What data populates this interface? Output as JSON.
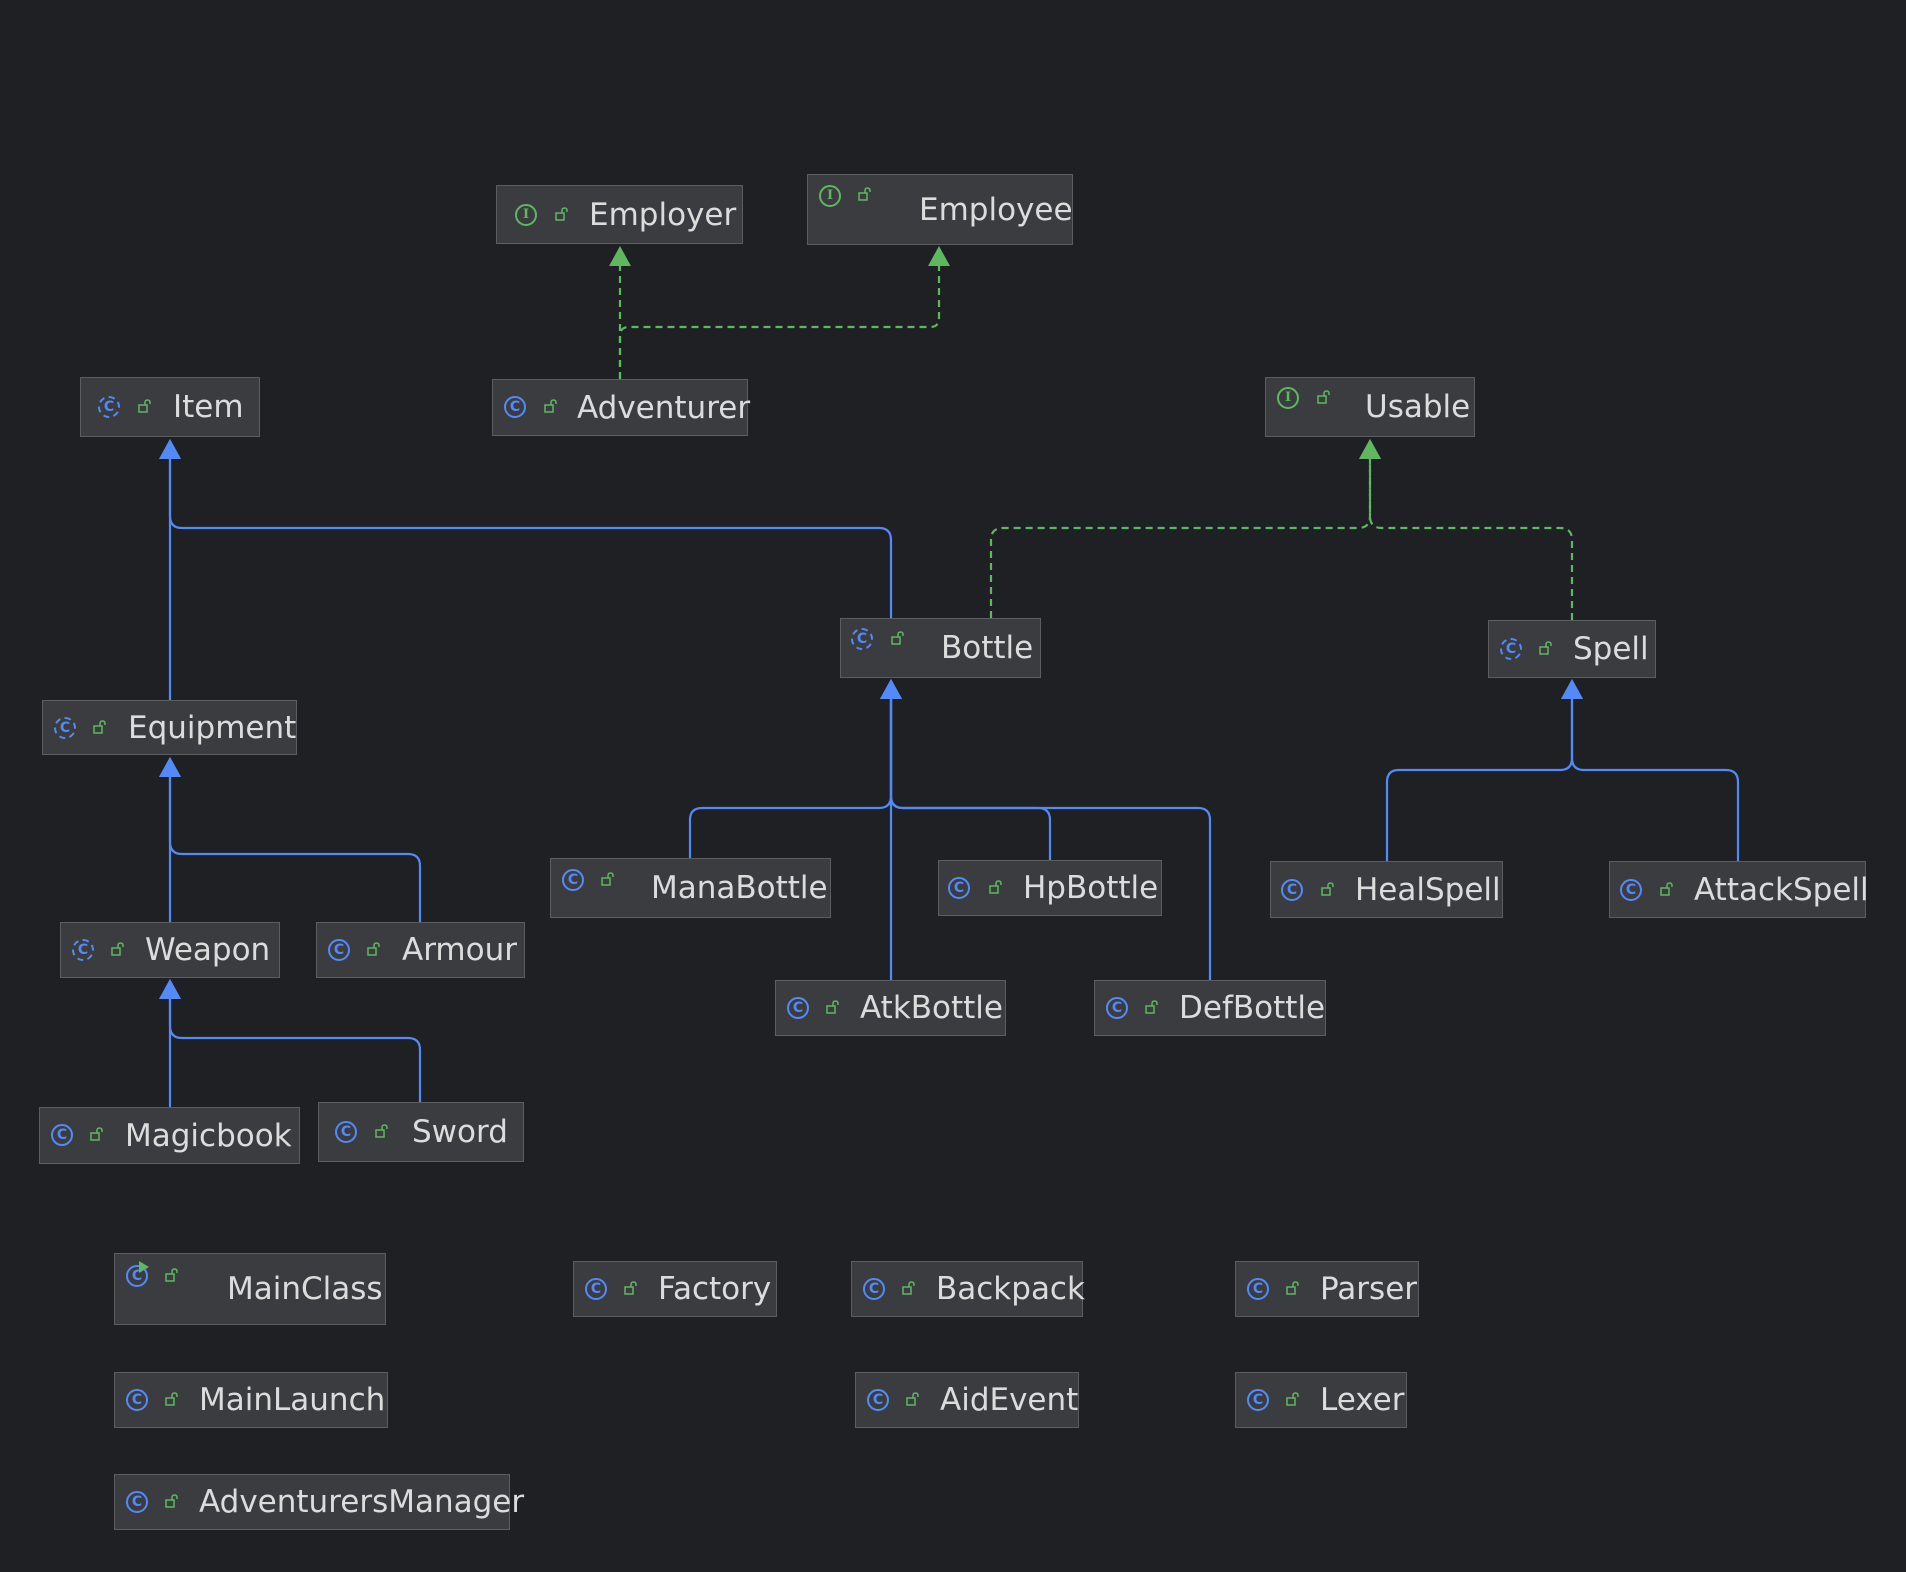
{
  "colors": {
    "background": "#1f2024",
    "node_fill": "#3b3c3f",
    "node_border": "#5c5d61",
    "text": "#dcdcdc",
    "extends_edge": "#548af7",
    "implements_edge": "#5fb760",
    "class_icon": "#548af7",
    "interface_icon": "#5fb760",
    "access_icon": "#5fb760"
  },
  "diagram": {
    "nodes": [
      {
        "id": "employer",
        "name": "Employer",
        "kind": "interface",
        "icon": "interface-icon"
      },
      {
        "id": "employee",
        "name": "Employee",
        "kind": "interface",
        "icon": "interface-icon"
      },
      {
        "id": "item",
        "name": "Item",
        "kind": "abstract-class",
        "icon": "abstract-class-icon"
      },
      {
        "id": "adventurer",
        "name": "Adventurer",
        "kind": "class",
        "icon": "class-icon"
      },
      {
        "id": "usable",
        "name": "Usable",
        "kind": "interface",
        "icon": "interface-icon"
      },
      {
        "id": "bottle",
        "name": "Bottle",
        "kind": "abstract-class",
        "icon": "abstract-class-icon"
      },
      {
        "id": "spell",
        "name": "Spell",
        "kind": "abstract-class",
        "icon": "abstract-class-icon"
      },
      {
        "id": "equipment",
        "name": "Equipment",
        "kind": "abstract-class",
        "icon": "abstract-class-icon"
      },
      {
        "id": "manabottle",
        "name": "ManaBottle",
        "kind": "class",
        "icon": "class-icon"
      },
      {
        "id": "hpbottle",
        "name": "HpBottle",
        "kind": "class",
        "icon": "class-icon"
      },
      {
        "id": "healspell",
        "name": "HealSpell",
        "kind": "class",
        "icon": "class-icon"
      },
      {
        "id": "attackspell",
        "name": "AttackSpell",
        "kind": "class",
        "icon": "class-icon"
      },
      {
        "id": "weapon",
        "name": "Weapon",
        "kind": "abstract-class",
        "icon": "abstract-class-icon"
      },
      {
        "id": "armour",
        "name": "Armour",
        "kind": "class",
        "icon": "class-icon"
      },
      {
        "id": "atkbottle",
        "name": "AtkBottle",
        "kind": "class",
        "icon": "class-icon"
      },
      {
        "id": "defbottle",
        "name": "DefBottle",
        "kind": "class",
        "icon": "class-icon"
      },
      {
        "id": "magicbook",
        "name": "Magicbook",
        "kind": "class",
        "icon": "class-icon"
      },
      {
        "id": "sword",
        "name": "Sword",
        "kind": "class",
        "icon": "class-icon"
      },
      {
        "id": "mainclass",
        "name": "MainClass",
        "kind": "main-class",
        "icon": "runnable-class-icon"
      },
      {
        "id": "factory",
        "name": "Factory",
        "kind": "class",
        "icon": "class-icon"
      },
      {
        "id": "backpack",
        "name": "Backpack",
        "kind": "class",
        "icon": "class-icon"
      },
      {
        "id": "parser",
        "name": "Parser",
        "kind": "class",
        "icon": "class-icon"
      },
      {
        "id": "mainlaunch",
        "name": "MainLaunch",
        "kind": "class",
        "icon": "class-icon"
      },
      {
        "id": "aidevent",
        "name": "AidEvent",
        "kind": "class",
        "icon": "class-icon"
      },
      {
        "id": "lexer",
        "name": "Lexer",
        "kind": "class",
        "icon": "class-icon"
      },
      {
        "id": "adventurersmanager",
        "name": "AdventurersManager",
        "kind": "class",
        "icon": "class-icon"
      }
    ],
    "edges": [
      {
        "from": "adventurer",
        "to": "employer",
        "type": "implements"
      },
      {
        "from": "adventurer",
        "to": "employee",
        "type": "implements"
      },
      {
        "from": "bottle",
        "to": "item",
        "type": "extends"
      },
      {
        "from": "equipment",
        "to": "item",
        "type": "extends"
      },
      {
        "from": "bottle",
        "to": "usable",
        "type": "implements"
      },
      {
        "from": "spell",
        "to": "usable",
        "type": "implements"
      },
      {
        "from": "weapon",
        "to": "equipment",
        "type": "extends"
      },
      {
        "from": "armour",
        "to": "equipment",
        "type": "extends"
      },
      {
        "from": "magicbook",
        "to": "weapon",
        "type": "extends"
      },
      {
        "from": "sword",
        "to": "weapon",
        "type": "extends"
      },
      {
        "from": "manabottle",
        "to": "bottle",
        "type": "extends"
      },
      {
        "from": "hpbottle",
        "to": "bottle",
        "type": "extends"
      },
      {
        "from": "atkbottle",
        "to": "bottle",
        "type": "extends"
      },
      {
        "from": "defbottle",
        "to": "bottle",
        "type": "extends"
      },
      {
        "from": "healspell",
        "to": "spell",
        "type": "extends"
      },
      {
        "from": "attackspell",
        "to": "spell",
        "type": "extends"
      }
    ]
  }
}
